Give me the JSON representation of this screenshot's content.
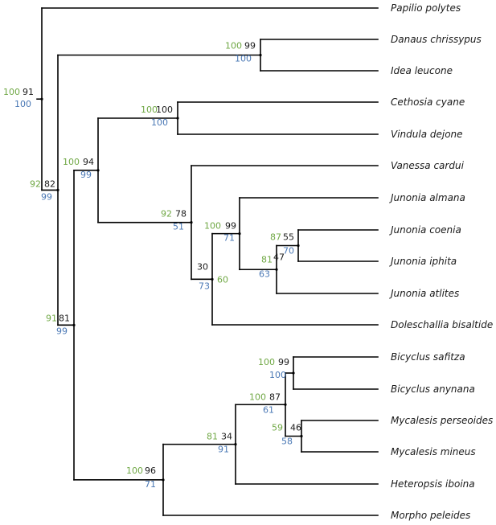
{
  "colors": {
    "branch": "#000000",
    "taxon": "#1a1a1a",
    "support_a": "#70a845",
    "support_b": "#1a1a1a",
    "support_c": "#4a78b5"
  },
  "taxa": [
    {
      "key": "papilio_polytes",
      "label": "Papilio polytes"
    },
    {
      "key": "danaus_chrissypus",
      "label": "Danaus chrissypus"
    },
    {
      "key": "idea_leucone",
      "label": "Idea leucone"
    },
    {
      "key": "cethosia_cyane",
      "label": "Cethosia cyane"
    },
    {
      "key": "vindula_dejone",
      "label": "Vindula dejone"
    },
    {
      "key": "vanessa_cardui",
      "label": "Vanessa cardui"
    },
    {
      "key": "junonia_almana",
      "label": "Junonia almana"
    },
    {
      "key": "junonia_coenia",
      "label": "Junonia coenia"
    },
    {
      "key": "junonia_iphita",
      "label": "Junonia iphita"
    },
    {
      "key": "junonia_atlites",
      "label": "Junonia atlites"
    },
    {
      "key": "doleschallia_bisaltide",
      "label": "Doleschallia bisaltide"
    },
    {
      "key": "bicyclus_safitza",
      "label": "Bicyclus safitza"
    },
    {
      "key": "bicyclus_anynana",
      "label": "Bicyclus anynana"
    },
    {
      "key": "mycalesis_perseoides",
      "label": "Mycalesis perseoides"
    },
    {
      "key": "mycalesis_mineus",
      "label": "Mycalesis mineus"
    },
    {
      "key": "heteropsis_iboina",
      "label": "Heteropsis iboina"
    },
    {
      "key": "morpho_peleides",
      "label": "Morpho peleides"
    }
  ],
  "nodes": [
    {
      "key": "root",
      "support": [
        "100",
        "91",
        "100"
      ]
    },
    {
      "key": "danaus_idea",
      "support": [
        "100",
        "99",
        "100"
      ]
    },
    {
      "key": "cethosia_vindula",
      "support": [
        "100",
        "100",
        "100"
      ]
    },
    {
      "key": "heliconiinae_nymphalinae",
      "support": [
        "100",
        "94",
        "99"
      ]
    },
    {
      "key": "nymphalinae",
      "support": [
        "92",
        "78",
        "51"
      ]
    },
    {
      "key": "junonia",
      "support": [
        "100",
        "99",
        "71"
      ]
    },
    {
      "key": "coenia_iphita",
      "support": [
        "87",
        "55",
        "70"
      ]
    },
    {
      "key": "coenia_iphita_atlites",
      "support": [
        "81",
        "47",
        "63"
      ]
    },
    {
      "key": "junonia_doleschallia",
      "support": [
        "60",
        "30",
        "73"
      ]
    },
    {
      "key": "ingroup",
      "support": [
        "92",
        "82",
        "99"
      ]
    },
    {
      "key": "nymphalini_satyrinae",
      "support": [
        "91",
        "81",
        "99"
      ]
    },
    {
      "key": "bicyclus",
      "support": [
        "100",
        "99",
        "100"
      ]
    },
    {
      "key": "mycalesis",
      "support": [
        "59",
        "46",
        "58"
      ]
    },
    {
      "key": "bicyclus_mycalesis",
      "support": [
        "100",
        "87",
        "61"
      ]
    },
    {
      "key": "mycalesina",
      "support": [
        "81",
        "34",
        "91"
      ]
    },
    {
      "key": "satyrinae_morpho",
      "support": [
        "100",
        "96",
        "71"
      ]
    }
  ]
}
